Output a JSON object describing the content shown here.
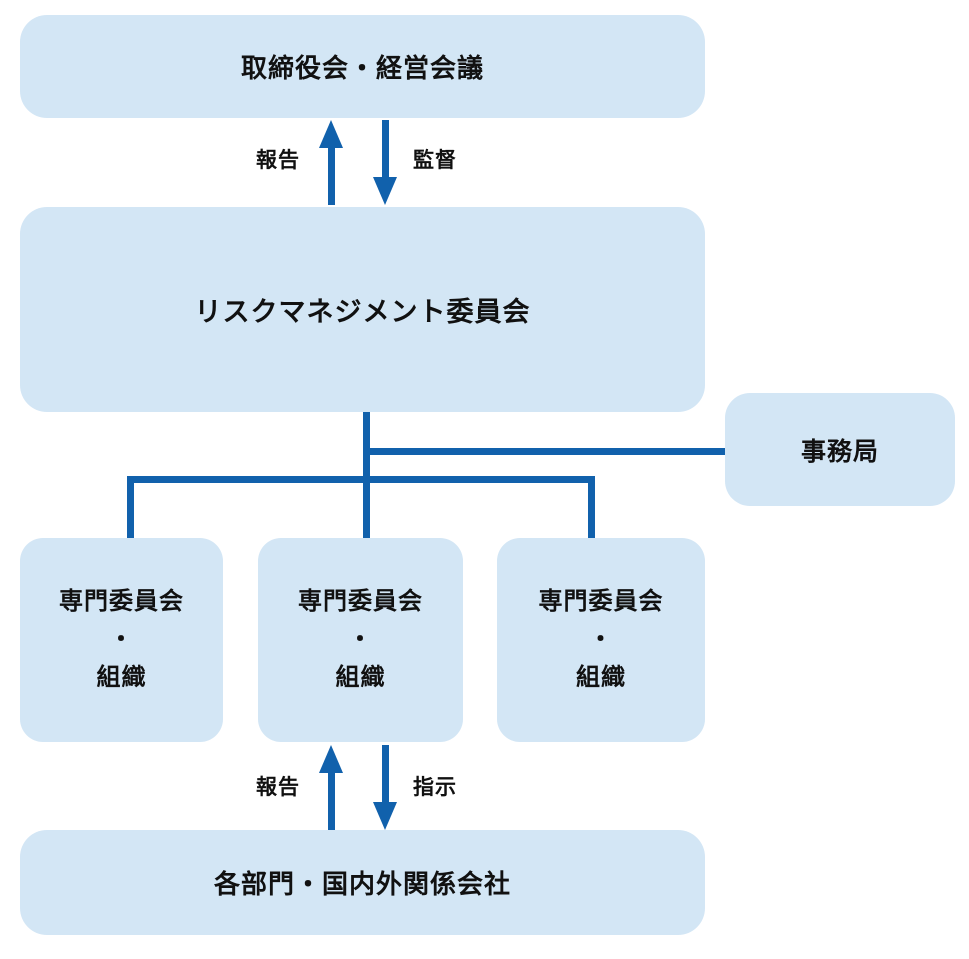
{
  "palette": {
    "box_fill": "#d3e6f5",
    "line": "#1161ac",
    "text": "#111111",
    "bg": "#ffffff"
  },
  "boxes": {
    "board": {
      "label": "取締役会・経営会議"
    },
    "risk_committee": {
      "label": "リスクマネジメント委員会"
    },
    "secretariat": {
      "label": "事務局"
    },
    "committees": [
      {
        "lines": [
          "専門委員会",
          "・",
          "組織"
        ]
      },
      {
        "lines": [
          "専門委員会",
          "・",
          "組織"
        ]
      },
      {
        "lines": [
          "専門委員会",
          "・",
          "組織"
        ]
      }
    ],
    "departments": {
      "label": "各部門・国内外関係会社"
    }
  },
  "arrows": {
    "board_committee": {
      "up_label": "報告",
      "down_label": "監督"
    },
    "committee_departments": {
      "up_label": "報告",
      "down_label": "指示"
    }
  }
}
